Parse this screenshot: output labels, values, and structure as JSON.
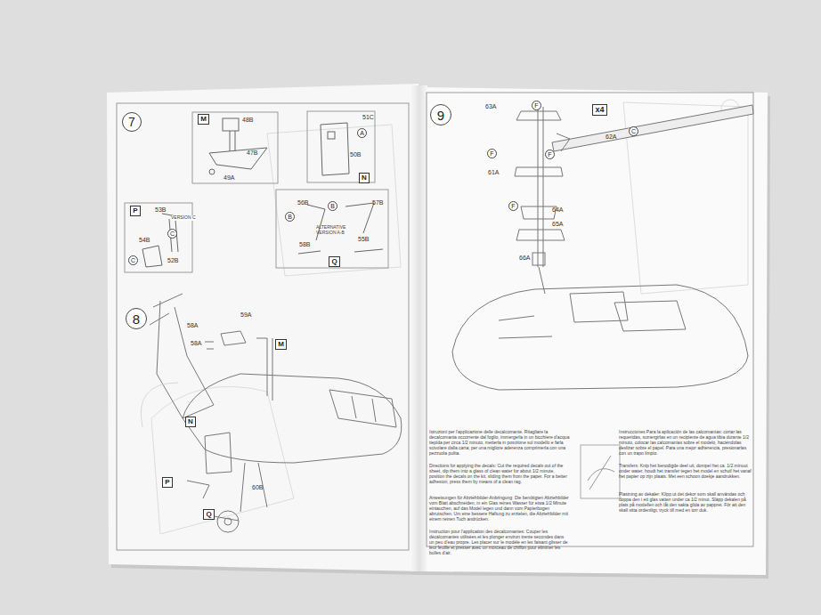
{
  "diagram": {
    "nodes": [
      {
        "text": [
          "7"
        ]
      },
      {
        "text": [
          "M"
        ]
      },
      {
        "text": [
          "A"
        ]
      },
      {
        "text": [
          "N"
        ]
      },
      {
        "text": [
          "P"
        ]
      },
      {
        "text": [
          "C"
        ]
      },
      {
        "text": [
          "C"
        ]
      },
      {
        "text": [
          "B"
        ]
      },
      {
        "text": [
          "B"
        ]
      },
      {
        "text": [
          "Q"
        ]
      },
      {
        "text": [
          "8"
        ]
      },
      {
        "text": [
          "M"
        ]
      },
      {
        "text": [
          "N"
        ]
      },
      {
        "text": [
          "P"
        ]
      },
      {
        "text": [
          "Q"
        ]
      },
      {
        "text": [
          "9"
        ]
      },
      {
        "text": [
          "F"
        ]
      },
      {
        "text": [
          "x4"
        ]
      },
      {
        "text": [
          "C"
        ]
      },
      {
        "text": [
          "F"
        ]
      },
      {
        "text": [
          "F"
        ]
      },
      {
        "text": [
          "F"
        ]
      }
    ],
    "edges": [],
    "labels": [
      "48B",
      "47B",
      "49A",
      "51C",
      "50B",
      "53B",
      "VERSION C",
      "54B",
      "52B",
      "56B",
      "57B",
      "ALTERNATIVE VERSION A-B",
      "58B",
      "55B",
      "58A",
      "58A",
      "59A",
      "60B",
      "63A",
      "62A",
      "61A",
      "64A",
      "65A",
      "66A",
      "Istruzioni per l'applicazione delle decalcomanie. Ritagliare la decalcomania occorrente dal foglio, immergerla in un bicchiere d'acqua tiepida per circa 1/2 minuto, metterla in posizione sul modello e farla scivolare dalla carta; per una migliore aderenza comprimerla con una pezzuola pulita.",
      "Directions for applying the decals: Cut the required decals out of the sheet, dip them into a glass of clean water for about 1/2 minute, position the decals on the kit, sliding them from the paper. For a better adhesion, press them by means of a clean rag.",
      "Anweisungen für Abziehbilder-Anbringung: Die benötigten Abziehbilder vom Blatt abschneiden, in ein Glas reines Wasser für etwa 1/2 Minute eintauchen, auf das Model legen und dann vom Papierbogen abrutschen. Um eine bessere Haftung zu erzielen, die Abziehbilder mit einem reinen Tuch andrücken.",
      "Instruction pour l'application des décalcomanies: Couper les décalcomanies utilisées et les plonger environ trente secondes dans un peu d'eau propre. Les placer sur le modèle en les faisant glisser de leur feuille et presser avec un morceau de chiffon pour éliminer les bulles d'air.",
      "Instrucciones Para la aplicación de las calcomanías: cortar las requeridas, sumergirlas en un recipiente de agua tibia durante 1/2 minuto, colocar las calcomanías sobre el modelo, haciéndolas deslizar sobre el papel. Para una mejor adherencia, presionarlas con un trapo limpio.",
      "Transfers: Knip het benodigde deel uit, dompel het ca. 1/2 minuut onder water, houdt het transfer tegen het model en schuif het vanaf het papier op zijn plaats. Met een schoon doekje aandrukken.",
      "Plastning av dekaler: Klipp ut det dekor som skall användas och doppa den i ett glas vatten under ca 1/2 minut. Släpp dekalen på plats på modellen och låt den sakta glida av pappret. För att den skall sitta ordentligt, tryck till med en torr duk."
    ]
  }
}
